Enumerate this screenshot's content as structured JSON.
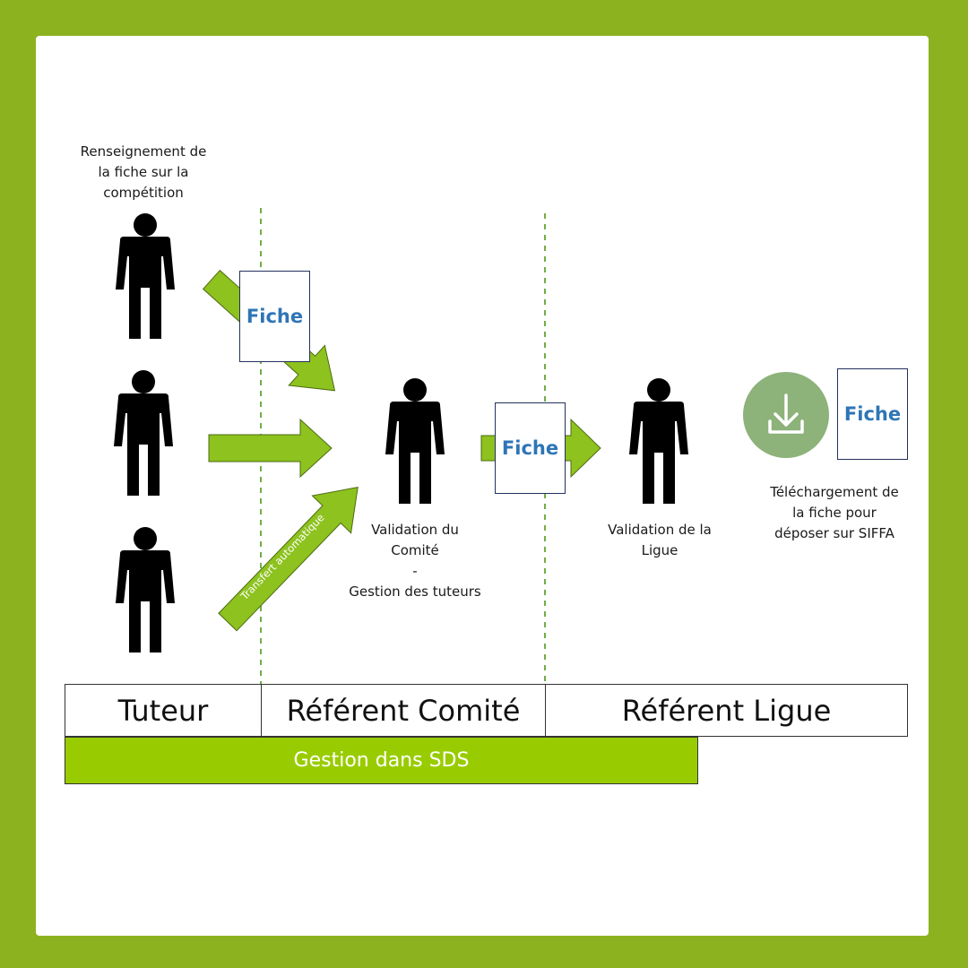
{
  "labels": {
    "renseignement": "Renseignement de\nla fiche sur la\ncompétition",
    "validation_comite": "Validation du\nComité\n-\nGestion des tuteurs",
    "validation_ligue": "Validation de la\nLigue",
    "telechargement": "Téléchargement de\nla fiche pour\ndéposer sur SIFFA"
  },
  "documents": {
    "fiche": "Fiche"
  },
  "arrows": {
    "transfert": "Transfert automatique"
  },
  "roles": [
    "Tuteur",
    "Référent Comité",
    "Référent Ligue"
  ],
  "footer": {
    "gestion": "Gestion dans SDS"
  },
  "colors": {
    "frame": "#8db21f",
    "arrow": "#8dc21f",
    "sds_bar": "#99cc00",
    "fiche_text": "#2e75b6",
    "download_circle": "#8db27a",
    "person": "#000000"
  },
  "icons": {
    "person": "person-icon",
    "download": "download-icon"
  }
}
